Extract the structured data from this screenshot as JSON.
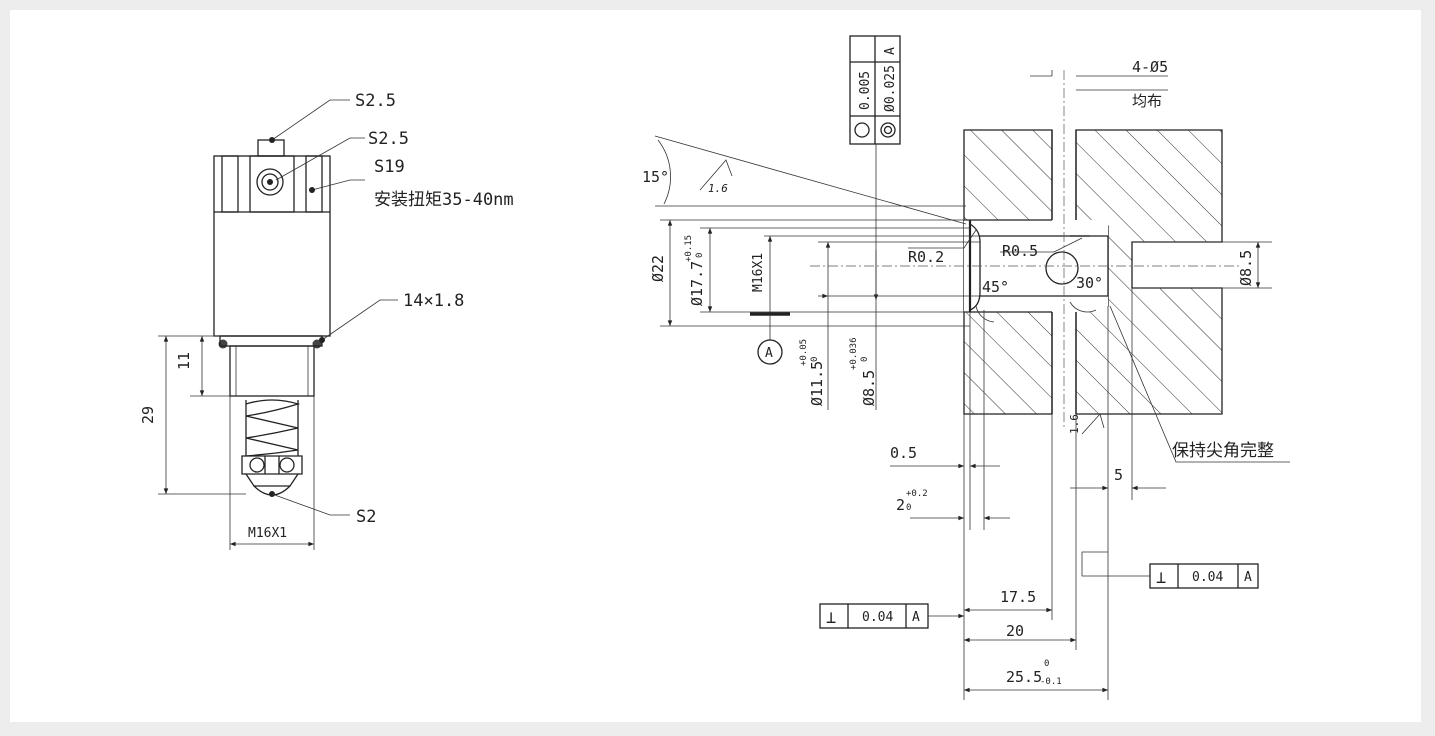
{
  "left_view": {
    "callouts": {
      "top_screw": "S2.5",
      "center_screw": "S2.5",
      "hex_size": "S19",
      "install_torque": "安装扭矩35-40nm",
      "oring": "14×1.8",
      "tip": "S2"
    },
    "dims": {
      "thread_len": "11",
      "total": "29",
      "thread": "M16X1"
    }
  },
  "right_view": {
    "tolerance_frame_vertical": {
      "top_datum": "A",
      "cell1_value": "0.005",
      "cell2_value": "Ø0.025"
    },
    "hole_spec": {
      "count": "4-Ø5",
      "pattern": "均布"
    },
    "angle_15": "15°",
    "roughness_top": "1.6",
    "roughness_bottom": "1.6",
    "r02": "R0.2",
    "r05": "R0.5",
    "angle_45": "45°",
    "angle_30": "30°",
    "d85_right": "Ø8.5",
    "d22": "Ø22",
    "d177": "Ø17.7",
    "d177_tol": "+0.15",
    "d177_low": "0",
    "thread": "M16X1",
    "datum_a": "A",
    "d115": "Ø11.5",
    "d115_tol": "+0.05",
    "d115_low": "0",
    "d85": "Ø8.5",
    "d85_tol": "+0.036",
    "d85_low": "0",
    "note_sharp": "保持尖角完整",
    "dim_05": "0.5",
    "dim_2": "2",
    "dim_2_tol": "+0.2",
    "dim_2_low": "0",
    "dim_5": "5",
    "dim_175": "17.5",
    "dim_20": "20",
    "dim_255": "25.5",
    "dim_255_up": "0",
    "dim_255_low": "-0.1",
    "gdt_right": {
      "symbol": "⊥",
      "value": "0.04",
      "datum": "A"
    },
    "gdt_left": {
      "symbol": "⊥",
      "value": "0.04",
      "datum": "A"
    }
  }
}
